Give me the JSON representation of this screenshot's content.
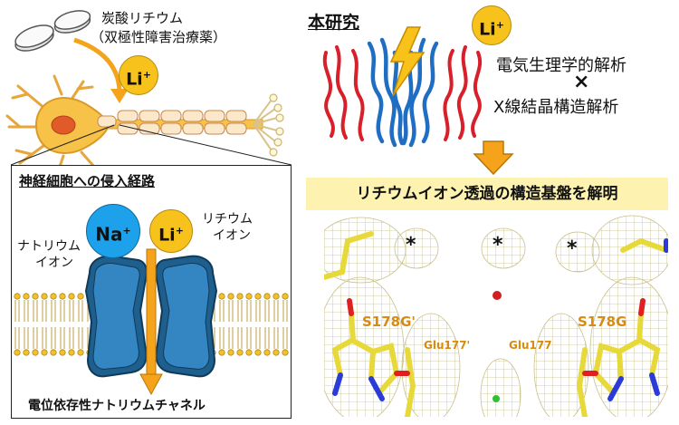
{
  "left": {
    "drug_line1": "炭酸リチウム",
    "drug_line2": "（双極性障害治療薬）",
    "ion_li": "Li",
    "ion_na": "Na",
    "ion_plus": "+",
    "path_title": "神経細胞への侵入経路",
    "sodium_line1": "ナトリウム",
    "sodium_line2": "イオン",
    "lithium_line1": "リチウム",
    "lithium_line2": "イオン",
    "channel_label": "電位依存性ナトリウムチャネル"
  },
  "right": {
    "study_title": "本研究",
    "method1": "電気生理学的解析",
    "cross": "×",
    "method2": "X線結晶構造解析",
    "result_banner": "リチウムイオン透過の構造基盤を解明",
    "asterisk": "*",
    "residue_left": "S178G'",
    "residue_right": "S178G",
    "glu_left": "Glu177'",
    "glu_right": "Glu177"
  },
  "colors": {
    "li_yellow": "#f6c21b",
    "na_blue": "#1da1ea",
    "arrow_orange": "#f4a31b",
    "banner_yellow": "#fdf2b0",
    "residue_orange": "#d98a10",
    "channel_blue": "#2f7fb4",
    "protein_red": "#d8202a",
    "protein_blue": "#1f6ec4"
  }
}
